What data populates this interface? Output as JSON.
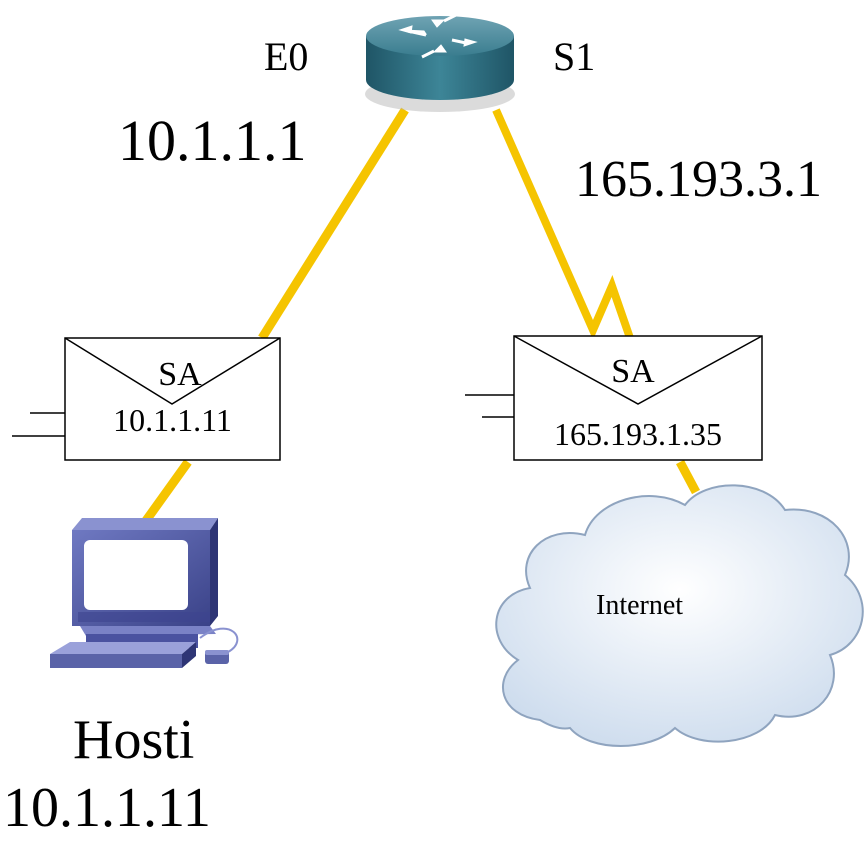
{
  "router": {
    "left_interface": "E0",
    "right_interface": "S1",
    "left_ip": "10.1.1.1",
    "right_ip": "165.193.3.1"
  },
  "left_packet": {
    "header": "SA",
    "address": "10.1.1.11"
  },
  "right_packet": {
    "header": "SA",
    "address": "165.193.1.35"
  },
  "cloud": {
    "label": "Internet"
  },
  "host": {
    "name": "Hosti",
    "ip": "10.1.1.11"
  },
  "colors": {
    "link": "#f5c400",
    "router_body": "#2f6f80",
    "cloud_fill": "#dde8f4",
    "computer_body": "#5a63a8"
  }
}
